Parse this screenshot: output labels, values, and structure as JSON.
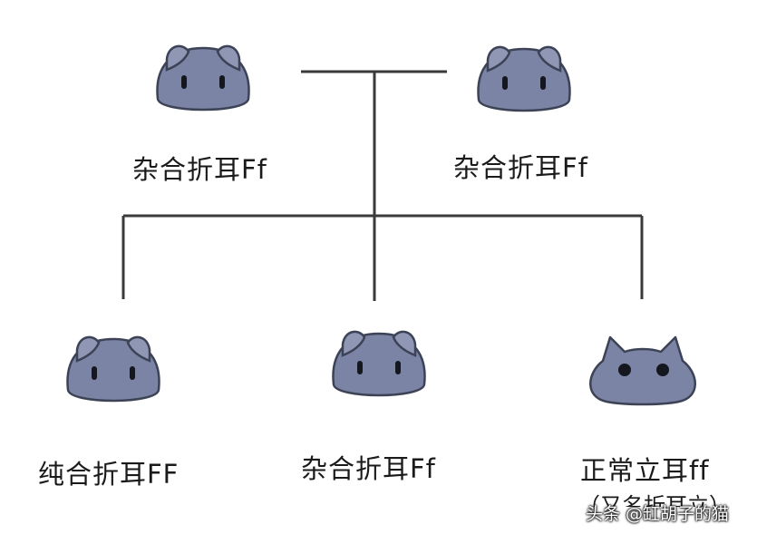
{
  "colors": {
    "body": "#7b84a4",
    "outline": "#3d4356",
    "line": "#3a3a3a",
    "text": "#1a1a1a"
  },
  "parents": [
    {
      "icon": "folded-ear-cat-icon",
      "label": "杂合折耳Ff"
    },
    {
      "icon": "folded-ear-cat-icon",
      "label": "杂合折耳Ff"
    }
  ],
  "offspring": [
    {
      "icon": "folded-ear-cat-icon",
      "label": "纯合折耳FF"
    },
    {
      "icon": "folded-ear-cat-icon",
      "label": "杂合折耳Ff"
    },
    {
      "icon": "upright-ear-cat-icon",
      "label": "正常立耳ff",
      "sublabel": "（又名折耳立）"
    }
  ],
  "watermark": "头条 @缸胡子的猫"
}
